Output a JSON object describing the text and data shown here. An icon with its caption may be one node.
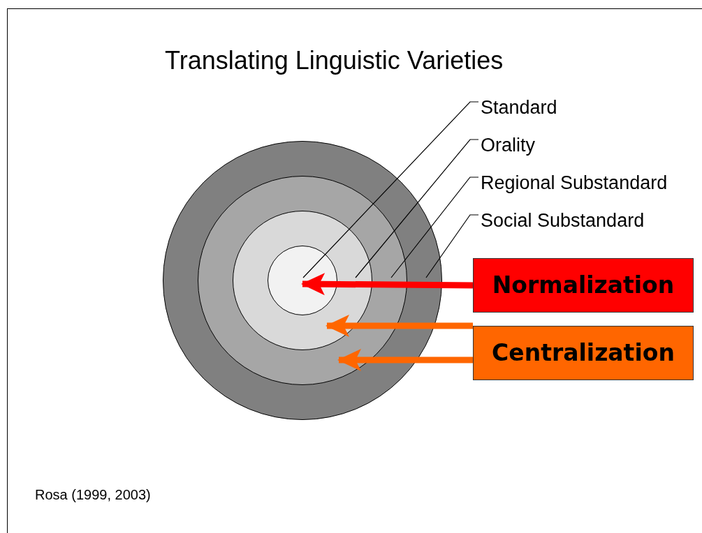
{
  "diagram": {
    "title": "Translating Linguistic Varieties",
    "nodes": [
      {
        "text": [],
        "shape": "circle"
      },
      {
        "text": [],
        "shape": "circle",
        "in": 0
      },
      {
        "text": [],
        "shape": "circle",
        "in": 1
      },
      {
        "text": [],
        "shape": "circle",
        "in": 2
      },
      {
        "text": [
          "Standard"
        ]
      },
      {
        "text": [
          "Orality"
        ]
      },
      {
        "text": [
          "Regional Substandard"
        ]
      },
      {
        "text": [
          "Social Substandard"
        ]
      },
      {
        "text": [
          "Normalization"
        ]
      },
      {
        "text": [
          "Centralization"
        ]
      }
    ],
    "edges": [
      {
        "from": 4,
        "to": 3,
        "arrow": "none"
      },
      {
        "from": 5,
        "to": 2,
        "arrow": "none"
      },
      {
        "from": 6,
        "to": 1,
        "arrow": "none"
      },
      {
        "from": 7,
        "to": 0,
        "arrow": "none"
      },
      {
        "from": 8,
        "to": 3,
        "arrow": "to",
        "style": "thick",
        "color": "#ff0000"
      },
      {
        "from": 9,
        "to": 2,
        "arrow": "to",
        "style": "thick",
        "color": "#ff6600"
      },
      {
        "from": 9,
        "to": 1,
        "arrow": "to",
        "style": "thick",
        "color": "#ff6600"
      }
    ],
    "labels": [
      "Rosa (1999, 2003)"
    ]
  }
}
